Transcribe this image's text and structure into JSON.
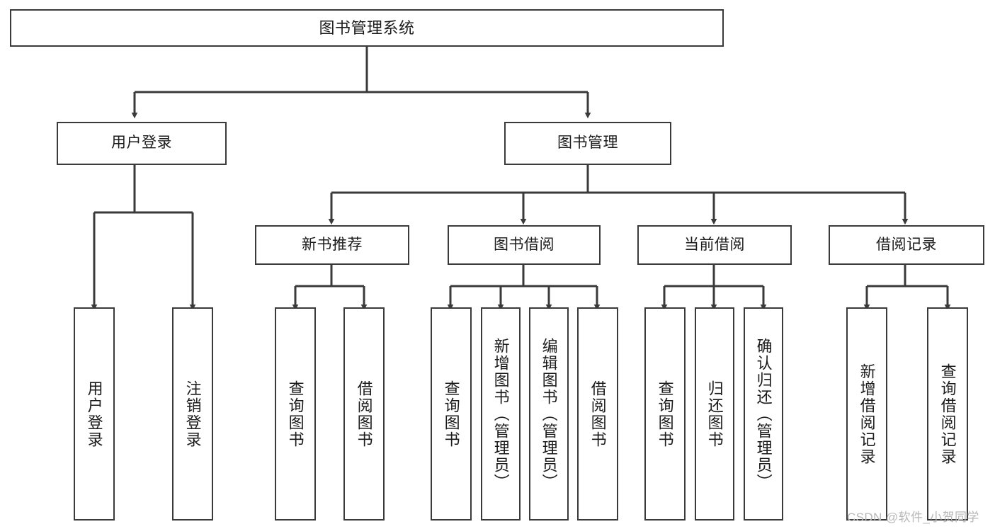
{
  "diagram": {
    "type": "tree",
    "title": "图书管理系统",
    "watermark": "CSDN @软件_小贺同学",
    "colors": {
      "stroke": "#3a3a3a",
      "fill": "#ffffff",
      "text": "#1b1b1b",
      "watermark": "#b7b7b7"
    },
    "nodes": {
      "root": {
        "label": "图书管理系统"
      },
      "level1": [
        {
          "label": "用户登录"
        },
        {
          "label": "图书管理"
        }
      ],
      "level2": [
        {
          "label": "新书推荐"
        },
        {
          "label": "图书借阅"
        },
        {
          "label": "当前借阅"
        },
        {
          "label": "借阅记录"
        }
      ],
      "leaves": {
        "user_login": [
          {
            "label": "用户登录"
          },
          {
            "label": "注销登录"
          }
        ],
        "new_book_recommend": [
          {
            "label": "查询图书"
          },
          {
            "label": "借阅图书"
          }
        ],
        "book_borrow": [
          {
            "label": "查询图书"
          },
          {
            "label": "新增图书（管理员）"
          },
          {
            "label": "编辑图书（管理员）"
          },
          {
            "label": "借阅图书"
          }
        ],
        "current_borrow": [
          {
            "label": "查询图书"
          },
          {
            "label": "归还图书"
          },
          {
            "label": "确认归还（管理员）"
          }
        ],
        "borrow_record": [
          {
            "label": "新增借阅记录"
          },
          {
            "label": "查询借阅记录"
          }
        ]
      }
    }
  }
}
